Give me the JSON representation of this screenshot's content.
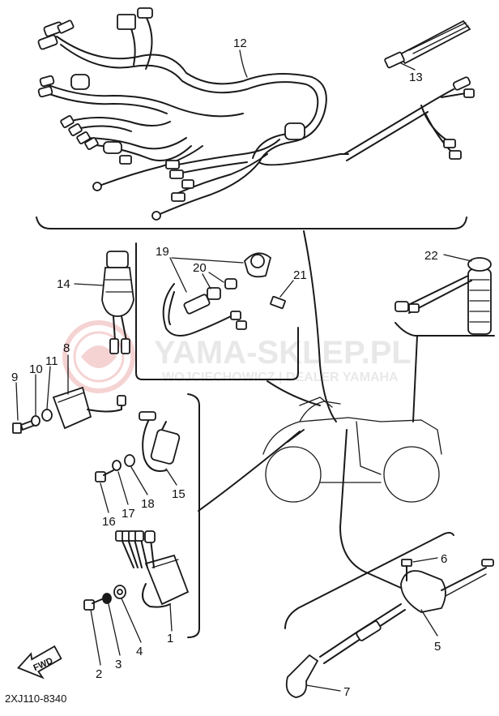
{
  "watermark": {
    "brand": "YAMA-SKLEP.PL",
    "subline": "WOJCIECHOWICZ | DEALER YAMAHA"
  },
  "drawing_code": "2XJ110-8340",
  "fwd_label": "FWD",
  "callouts": {
    "p1": "1",
    "p2": "2",
    "p3": "3",
    "p4": "4",
    "p5": "5",
    "p6": "6",
    "p7": "7",
    "p8": "8",
    "p9": "9",
    "p10": "10",
    "p11": "11",
    "p12": "12",
    "p13": "13",
    "p14": "14",
    "p15": "15",
    "p16": "16",
    "p17": "17",
    "p18": "18",
    "p19": "19",
    "p20": "20",
    "p21": "21",
    "p22": "22"
  }
}
